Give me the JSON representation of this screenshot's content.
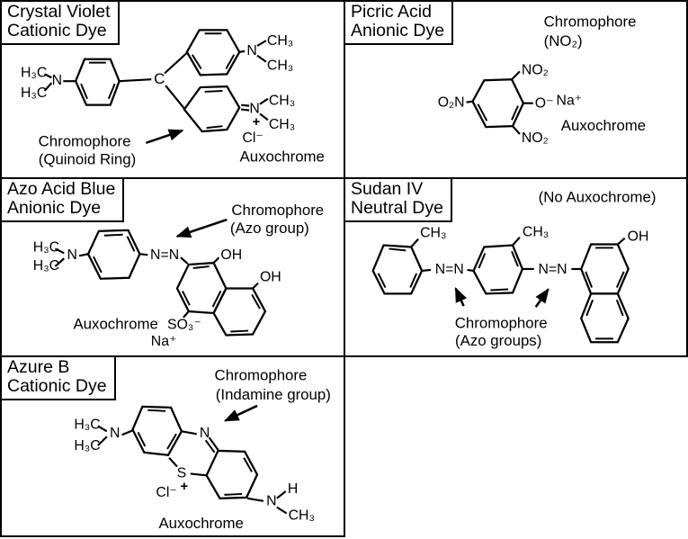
{
  "panels": {
    "p1": {
      "title": [
        "Crystal Violet",
        "Cationic Dye"
      ],
      "chromophore": "Chromophore",
      "chromophore_detail": "(Quinoid Ring)",
      "auxochrome": "Auxochrome",
      "atoms": {
        "h3c_top": "H₃C",
        "h3c_bot": "H₃C",
        "n_left": "N",
        "c_center": "C",
        "n_top": "N",
        "ch3_t1": "CH₃",
        "ch3_t2": "CH₃",
        "n_bot": "N",
        "plus": "+",
        "ch3_b1": "CH₃",
        "ch3_b2": "CH₃",
        "cl": "Cl⁻"
      }
    },
    "p2": {
      "title": [
        "Picric Acid",
        "Anionic Dye"
      ],
      "chromophore": "Chromophore",
      "chromophore_detail": "(NO₂)",
      "auxochrome": "Auxochrome",
      "atoms": {
        "no2_top": "NO₂",
        "o2n": "O₂N",
        "no2_bot": "NO₂",
        "o_minus": "O⁻",
        "na": "Na⁺"
      }
    },
    "p3": {
      "title": [
        "Azo Acid Blue",
        "Anionic Dye"
      ],
      "chromophore": "Chromophore",
      "chromophore_detail": "(Azo group)",
      "auxochrome": "Auxochrome",
      "atoms": {
        "h3c_top": "H₃C",
        "h3c_bot": "H₃C",
        "n_amine": "N",
        "azo": "N=N",
        "oh1": "OH",
        "oh2": "OH",
        "so3": "SO₃⁻",
        "na": "Na⁺"
      }
    },
    "p4": {
      "title": [
        "Sudan IV",
        "Neutral Dye"
      ],
      "no_auxochrome": "(No Auxochrome)",
      "chromophore": "Chromophore",
      "chromophore_detail": "(Azo groups)",
      "atoms": {
        "ch3_left": "CH₃",
        "ch3_mid": "CH₃",
        "azo1": "N=N",
        "azo2": "N=N",
        "oh": "OH"
      }
    },
    "p5": {
      "title": [
        "Azure B",
        "Cationic Dye"
      ],
      "chromophore": "Chromophore",
      "chromophore_detail": "(Indamine group)",
      "auxochrome": "Auxochrome",
      "atoms": {
        "h3c_top": "H₃C",
        "h3c_bot": "H₃C",
        "n_amine": "N",
        "n_central": "N",
        "s": "S",
        "plus": "+",
        "cl": "Cl⁻",
        "n_right": "N",
        "h": "H",
        "ch3": "CH₃"
      }
    }
  }
}
